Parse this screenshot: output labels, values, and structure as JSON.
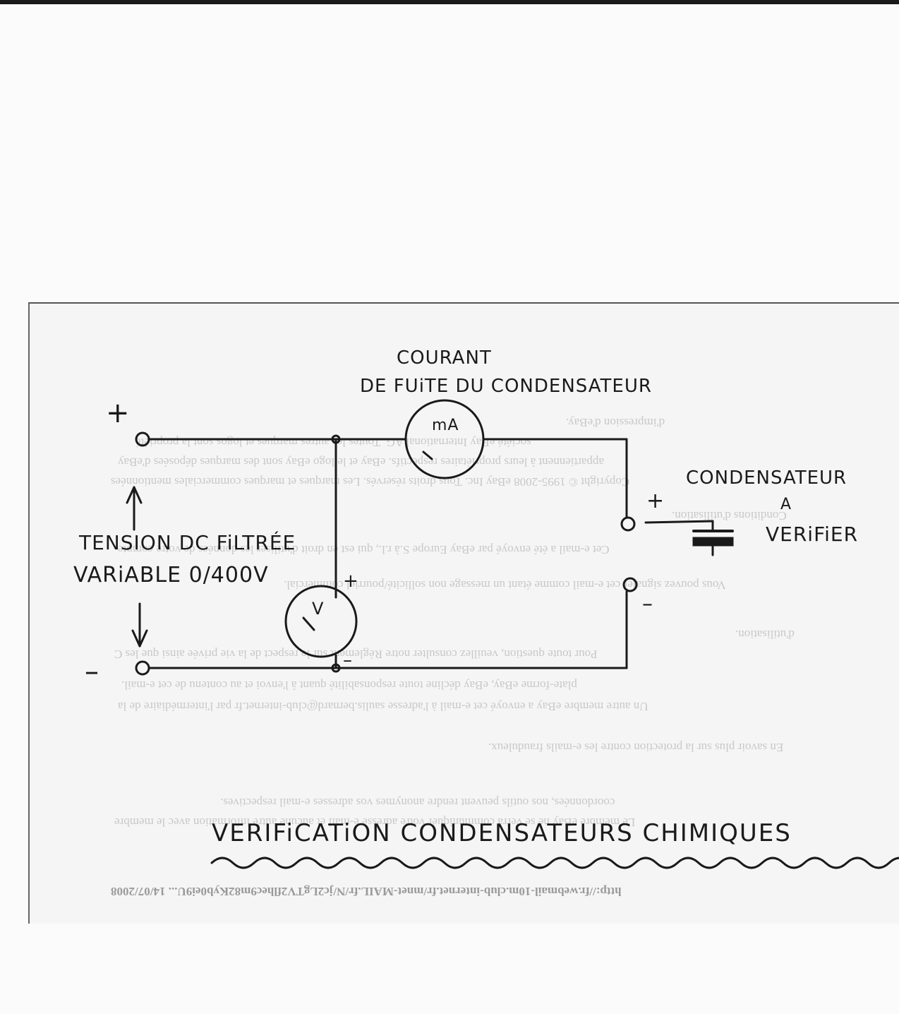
{
  "title": "VERIFiCATiON CONDENSATEURS CHIMIQUES",
  "heading_line1": "COURANT",
  "heading_line2": "DE FUiTE DU CONDENSATEUR",
  "source_label_line1": "TENSION DC FiLTRÉE",
  "source_label_line2": "VARiABLE 0/400V",
  "capacitor_label_line1": "CONDENSATEUR",
  "capacitor_label_line2": "A",
  "capacitor_label_line3": "VERiFiER",
  "ammeter_label": "mA",
  "voltmeter_label": "V",
  "plus_sign": "+",
  "minus_sign": "–",
  "bleed_through_text": [
    "d'impression d'eBay.",
    "société eBay International AG. Toutes les autres marques et logos sont la propriété",
    "appartiennent à leurs propriétaires respectifs. eBay et le logo eBay sont des marques déposées d'eBay",
    "Copyright © 1995-2008 eBay Inc. Tous droits réservés. Les marques et marques commerciales mentionnées",
    "Conditions d'utilisation.",
    "Cet e-mail a été envoyé par eBay Europe S.à r.l., qui est en droit d'utiliser les données de votre compte",
    "Vous pouvez signaler cet e-mail comme étant un message non sollicité/pourriel commercial.",
    "d'utilisation.",
    "Pour toute question, veuillez consulter notre Règlement sur le respect de la vie privée ainsi que les C",
    "plate-forme eBay, eBay décline toute responsabilité quant à l'envoi et au contenu de cet e-mail.",
    "Un autre membre eBay a envoyé cet e-mail à l'adresse saulis.bernard@club-internet.fr par l'intermédiaire de la",
    "En savoir plus sur la protection contre les e-mails frauduleux.",
    "coordonnées, nos outils peuvent rendre anonymes vos adresses e-mail respectives.",
    "Le membre eBay ne se verra communiquer votre adresse e-mail et aucune autre information avec le membre",
    "http://fr.webmail-10m.club-internet.fr/mnet-MAIL.fr/N/jc2LgTV2flhec9m82Kyb0ei9U...   14/07/2008"
  ]
}
